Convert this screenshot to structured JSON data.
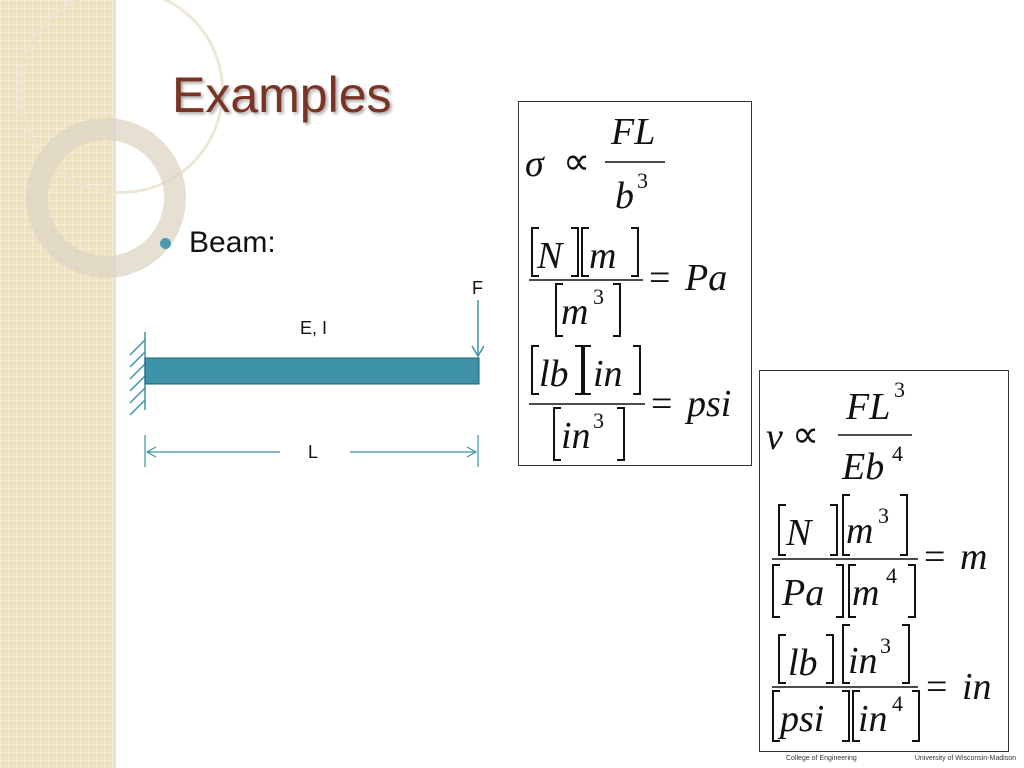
{
  "slide": {
    "title": "Examples",
    "bullet": "Beam:"
  },
  "diagram": {
    "force_label": "F",
    "property_label": "E, I",
    "length_label": "L",
    "beam_color": "#3f93a8"
  },
  "eq1": {
    "sigma": "σ",
    "propto": "∝",
    "num": "FL",
    "den": "b",
    "den_exp": "3",
    "u_num_1": "N",
    "u_num_2": "m",
    "u_den": "m",
    "u_den_exp": "3",
    "result1": "Pa",
    "i_num_1": "lb",
    "i_num_2": "in",
    "i_den": "in",
    "i_den_exp": "3",
    "result2": "psi"
  },
  "eq2": {
    "v": "v",
    "propto": "∝",
    "num": "FL",
    "num_exp": "3",
    "den": "Eb",
    "den_exp": "4",
    "u_num_1": "N",
    "u_num_2": "m",
    "u_num_2_exp": "3",
    "u_den_1": "Pa",
    "u_den_2": "m",
    "u_den_2_exp": "4",
    "result1": "m",
    "i_num_1": "lb",
    "i_num_2": "in",
    "i_num_2_exp": "3",
    "i_den_1": "psi",
    "i_den_2": "in",
    "i_den_2_exp": "4",
    "result2": "in"
  },
  "footer": {
    "left": "College of Engineering",
    "right": "University of Wisconsin-Madison"
  }
}
